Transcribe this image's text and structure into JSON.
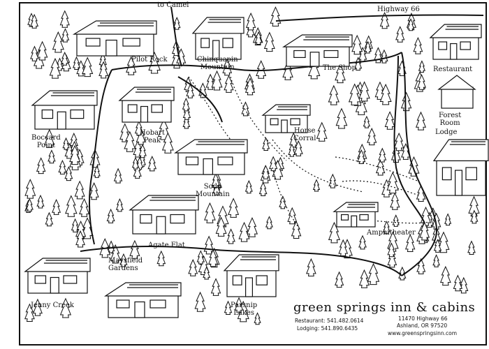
{
  "roads": {
    "top": "to Camel",
    "highway": "Highway 66"
  },
  "locations": {
    "pilot_rock": "Pilot Rock",
    "chinquapin": "Chinquapin\nMountain",
    "the_shop": "The Shop",
    "restaurant": "Restaurant",
    "boccard": "Boccard\nPoint",
    "hobart": "Hobart\nPeak",
    "horse_corral": "Horse\nCorral",
    "forest_room": "Forest\nRoom",
    "lodge": "Lodge",
    "soda": "Soda\nMountain",
    "agate": "Agate Flat",
    "amphitheater": "Amphitheater",
    "maysfield": "Maysfield\nGardens",
    "jenny": "Jenny Creek",
    "parsnip": "Parsnip\nLakes"
  },
  "footer": {
    "title": "green springs inn & cabins",
    "restaurant": "Restaurant: 541.482.0614",
    "lodging": "Lodging: 541.890.6435",
    "address1": "11470 Highway 66",
    "address2": "Ashland, OR 97520",
    "website": "www.greenspringsinn.com"
  },
  "colors": {
    "ink": "#111111",
    "paper": "#ffffff"
  }
}
